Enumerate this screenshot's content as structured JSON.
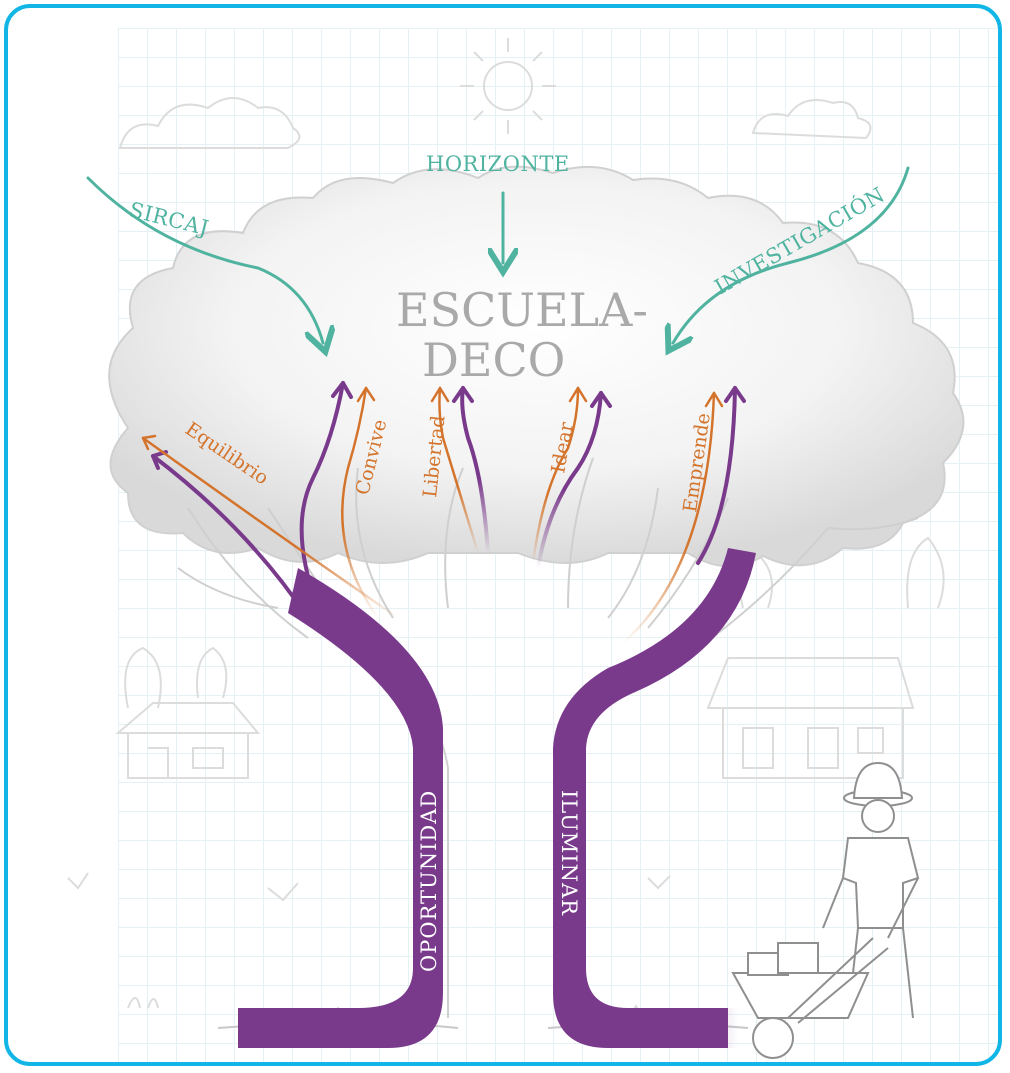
{
  "influences": {
    "sircaj": "SIRCAJ",
    "horizonte": "HORIZONTE",
    "investigacion": "INVESTIGACIÓN"
  },
  "center": {
    "line1": "ESCUELA-",
    "line2": "DECO"
  },
  "branches": {
    "equilibrio": "Equilibrio",
    "convive": "Convive",
    "libertad": "Libertad",
    "idear": "Idear",
    "emprende": "Emprende"
  },
  "trunk": {
    "left": "OPORTUNIDAD",
    "right": "ILUMINAR"
  },
  "colors": {
    "frame": "#12b6e6",
    "teal": "#4fb3a0",
    "orange": "#d4742c",
    "purple": "#7a3a8c",
    "center_text": "#a9a9a9"
  }
}
